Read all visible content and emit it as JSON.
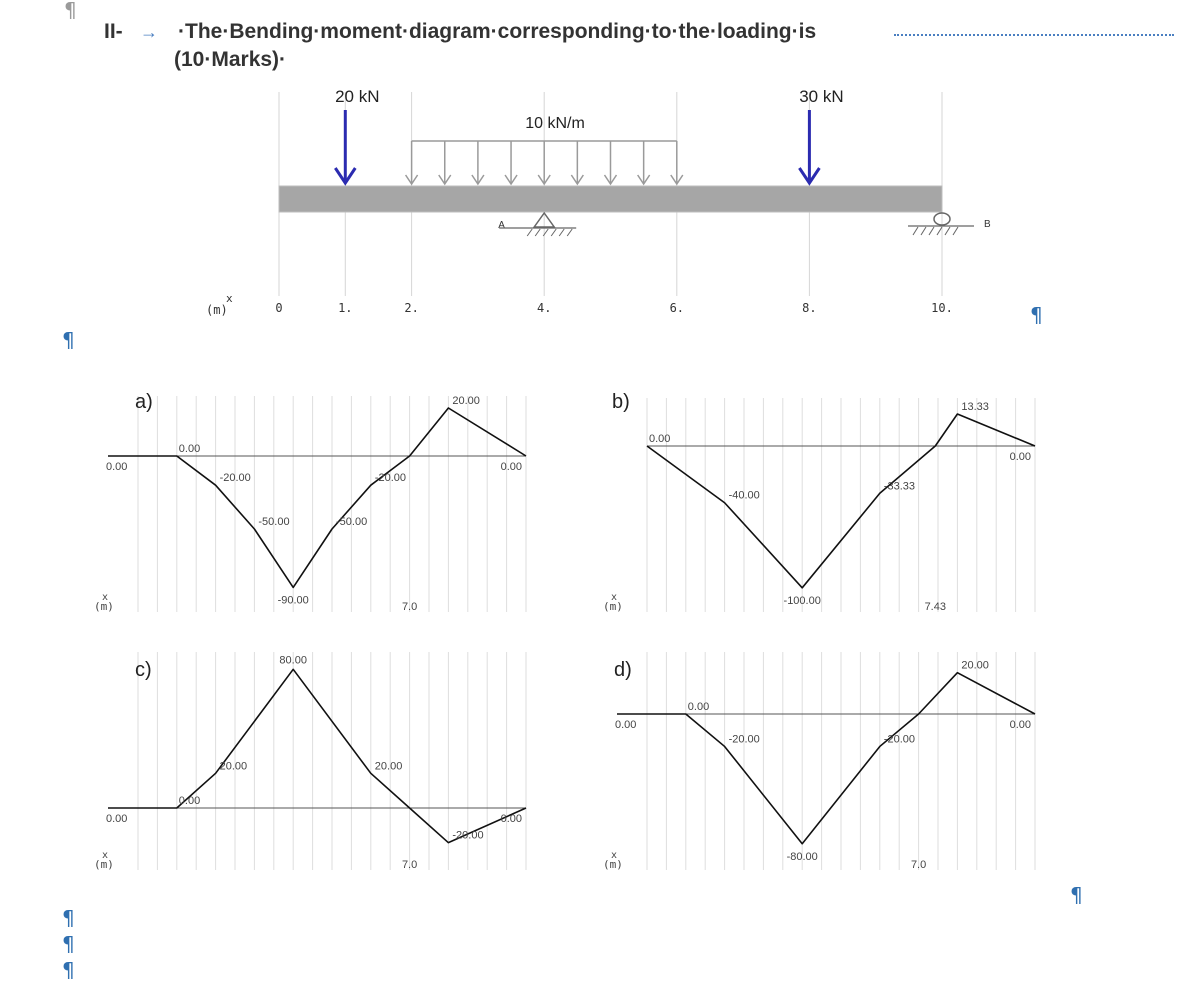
{
  "document": {
    "pilcrow": "¶",
    "question_number": "II-",
    "tab_arrow": "→",
    "question_text": "·The·Bending·moment·diagram·corresponding·to·the·loading·is",
    "marks_text": "(10·Marks)·"
  },
  "beam": {
    "point_loads": [
      {
        "label": "20 kN",
        "x": 1
      },
      {
        "label": "30 kN",
        "x": 8
      }
    ],
    "distributed_load": {
      "label": "10 kN/m",
      "from": 2,
      "to": 6
    },
    "supports": [
      {
        "label": "A",
        "x": 4,
        "type": "pin"
      },
      {
        "label": "B",
        "x": 10,
        "type": "roller"
      }
    ],
    "axis_label_x": "x",
    "axis_label_unit": "(m)",
    "ticks": [
      {
        "x": 0,
        "label": "0"
      },
      {
        "x": 1,
        "label": "1."
      },
      {
        "x": 2,
        "label": "2."
      },
      {
        "x": 4,
        "label": "4."
      },
      {
        "x": 6,
        "label": "6."
      },
      {
        "x": 8,
        "label": "8."
      },
      {
        "x": 10,
        "label": "10."
      }
    ],
    "colors": {
      "load_arrow": "#2b2bb0",
      "beam": "#a6a6a6",
      "udl": "#9a9a9a"
    }
  },
  "chart_data": [
    {
      "option": "a)",
      "type": "line",
      "baseline_label": "0.00",
      "x": [
        0,
        1,
        2,
        3,
        4,
        5,
        6,
        7,
        8,
        10
      ],
      "y": [
        0,
        0,
        -20,
        -50,
        -90,
        -50,
        -20,
        0,
        20,
        0
      ],
      "labels": [
        {
          "x": 1,
          "y": 0,
          "text": "0.00"
        },
        {
          "x": 2,
          "y": -20,
          "text": "-20.00"
        },
        {
          "x": 3,
          "y": -50,
          "text": "-50.00"
        },
        {
          "x": 4,
          "y": -90,
          "text": "-90.00"
        },
        {
          "x": 5,
          "y": -50,
          "text": "-50.00"
        },
        {
          "x": 6,
          "y": -20,
          "text": "-20.00"
        },
        {
          "x": 8,
          "y": 20,
          "text": "20.00"
        },
        {
          "x": 10,
          "y": 0,
          "text": "0.00"
        }
      ],
      "zero_crossing": "7.0",
      "axis_label_x": "x",
      "axis_label_unit": "(m)",
      "ylim": [
        -100,
        25
      ]
    },
    {
      "option": "b)",
      "type": "line",
      "x": [
        0,
        2,
        4,
        6,
        7.43,
        8,
        10
      ],
      "y": [
        0,
        -40,
        -100,
        -33.33,
        0,
        13.33,
        0
      ],
      "labels": [
        {
          "x": 0,
          "y": 0,
          "text": "0.00"
        },
        {
          "x": 2,
          "y": -40,
          "text": "-40.00"
        },
        {
          "x": 4,
          "y": -100,
          "text": "-100.00"
        },
        {
          "x": 6,
          "y": -33.33,
          "text": "-33.33"
        },
        {
          "x": 8,
          "y": 13.33,
          "text": "13.33"
        },
        {
          "x": 10,
          "y": 0,
          "text": "0.00"
        }
      ],
      "zero_crossing": "7.43",
      "axis_label_x": "x",
      "axis_label_unit": "(m)",
      "ylim": [
        -110,
        20
      ]
    },
    {
      "option": "c)",
      "type": "line",
      "baseline_label": "0.00",
      "x": [
        0,
        1,
        2,
        4,
        6,
        7,
        8,
        10
      ],
      "y": [
        0,
        0,
        20,
        80,
        20,
        0,
        -20,
        0
      ],
      "labels": [
        {
          "x": 1,
          "y": 0,
          "text": "0.00"
        },
        {
          "x": 2,
          "y": 20,
          "text": "20.00"
        },
        {
          "x": 4,
          "y": 80,
          "text": "80.00"
        },
        {
          "x": 6,
          "y": 20,
          "text": "20.00"
        },
        {
          "x": 8,
          "y": -20,
          "text": "-20.00"
        },
        {
          "x": 10,
          "y": 0,
          "text": "0.00"
        }
      ],
      "zero_crossing": "7.0",
      "axis_label_x": "x",
      "axis_label_unit": "(m)",
      "ylim": [
        -30,
        90
      ]
    },
    {
      "option": "d)",
      "type": "line",
      "baseline_label": "0.00",
      "x": [
        0,
        1,
        2,
        4,
        6,
        7,
        8,
        10
      ],
      "y": [
        0,
        0,
        -20,
        -80,
        -20,
        0,
        20,
        0
      ],
      "labels": [
        {
          "x": 1,
          "y": 0,
          "text": "0.00"
        },
        {
          "x": 2,
          "y": -20,
          "text": "-20.00"
        },
        {
          "x": 4,
          "y": -80,
          "text": "-80.00"
        },
        {
          "x": 6,
          "y": -20,
          "text": "-20.00"
        },
        {
          "x": 8,
          "y": 20,
          "text": "20.00"
        },
        {
          "x": 10,
          "y": 0,
          "text": "0.00"
        }
      ],
      "zero_crossing": "7.0",
      "axis_label_x": "x",
      "axis_label_unit": "(m)",
      "ylim": [
        -90,
        30
      ]
    }
  ]
}
